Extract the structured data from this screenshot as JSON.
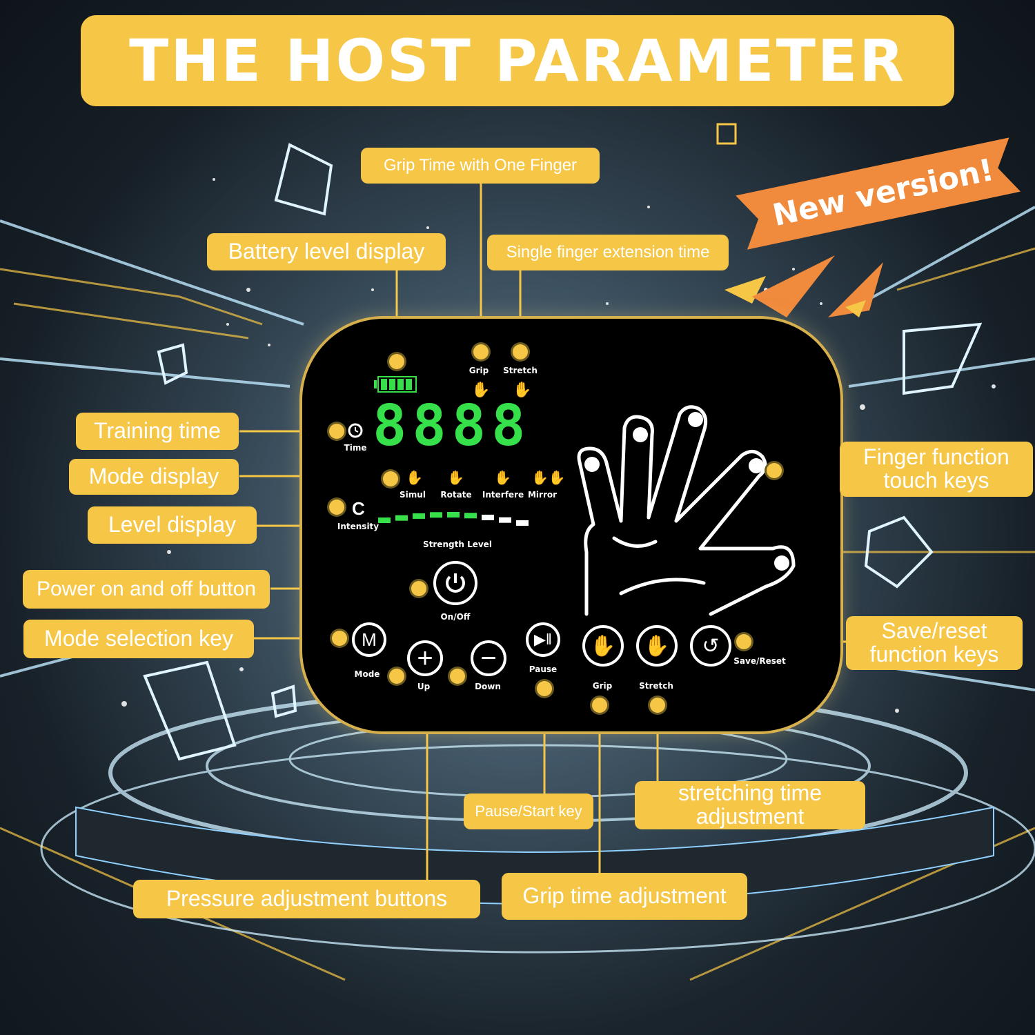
{
  "title": "THE HOST PARAMETER",
  "badge": "New version!",
  "callouts": {
    "grip_time_one_finger": "Grip Time with One Finger",
    "battery_level_display": "Battery level display",
    "single_finger_extension_time": "Single finger extension time",
    "training_time": "Training time",
    "mode_display": "Mode display",
    "level_display": "Level display",
    "power_button": "Power on and off button",
    "mode_selection_key": "Mode selection key",
    "finger_function_keys": "Finger function touch keys",
    "save_reset_keys": "Save/reset function keys",
    "stretching_time_adjustment": "stretching time adjustment",
    "pause_start_key": "Pause/Start key",
    "pressure_adjustment_buttons": "Pressure adjustment buttons",
    "grip_time_adjustment": "Grip time adjustment"
  },
  "device": {
    "digits": "8888",
    "time_label": "Time",
    "grip_label": "Grip",
    "stretch_label": "Stretch",
    "modes": [
      "Simul",
      "Rotate",
      "Interfere",
      "Mirror"
    ],
    "intensity_label": "Intensity",
    "strength_label": "Strength Level",
    "strength_level": 6,
    "strength_max": 9,
    "onoff_label": "On/Off",
    "mode_btn": "M",
    "mode_label": "Mode",
    "up_label": "Up",
    "down_label": "Down",
    "pause_label": "Pause",
    "grip_btn_label": "Grip",
    "stretch_btn_label": "Stretch",
    "save_reset_label": "Save/Reset"
  },
  "colors": {
    "accent": "#f6c646",
    "digit_green": "#35e04b",
    "orange": "#f08a3c"
  }
}
